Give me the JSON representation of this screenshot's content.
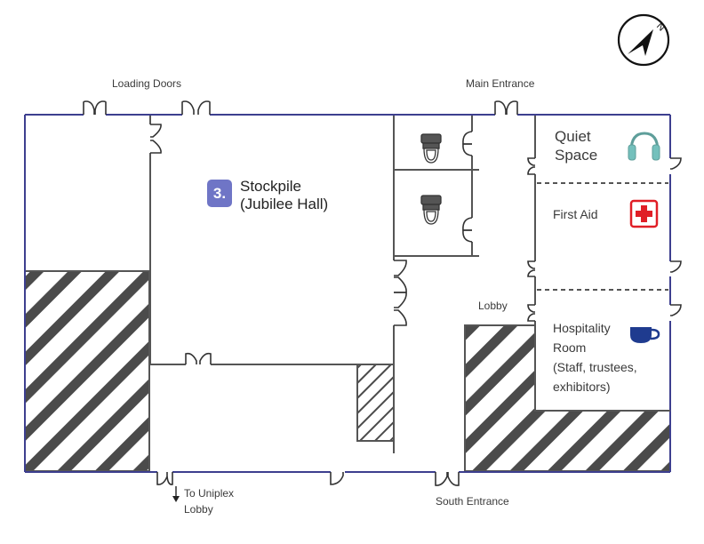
{
  "labels": {
    "loading_doors": "Loading Doors",
    "main_entrance": "Main Entrance",
    "south_entrance": "South Entrance",
    "to_uniplex_line1": "To Uniplex",
    "to_uniplex_line2": "Lobby",
    "lobby": "Lobby"
  },
  "stockpile": {
    "number": "3.",
    "name_line1": "Stockpile",
    "name_line2": "(Jubilee Hall)"
  },
  "rooms": {
    "quiet_line1": "Quiet",
    "quiet_line2": "Space",
    "first_aid": "First Aid",
    "hospitality_line1": "Hospitality",
    "hospitality_line2": "Room",
    "hospitality_line3": "(Staff, trustees,",
    "hospitality_line4": "exhibitors)"
  },
  "icons": {
    "compass": "north-arrow-icon",
    "quiet": "headphones-icon",
    "first_aid": "first-aid-cross-icon",
    "hospitality": "tea-cup-icon",
    "toilet": "toilet-icon"
  },
  "colors": {
    "outer_wall": "#3d3f8f",
    "wall": "#555555",
    "badge": "#6f75c6",
    "first_aid_red": "#e01e26",
    "headphones": "#74c0bc",
    "cup": "#1f3b8f"
  }
}
